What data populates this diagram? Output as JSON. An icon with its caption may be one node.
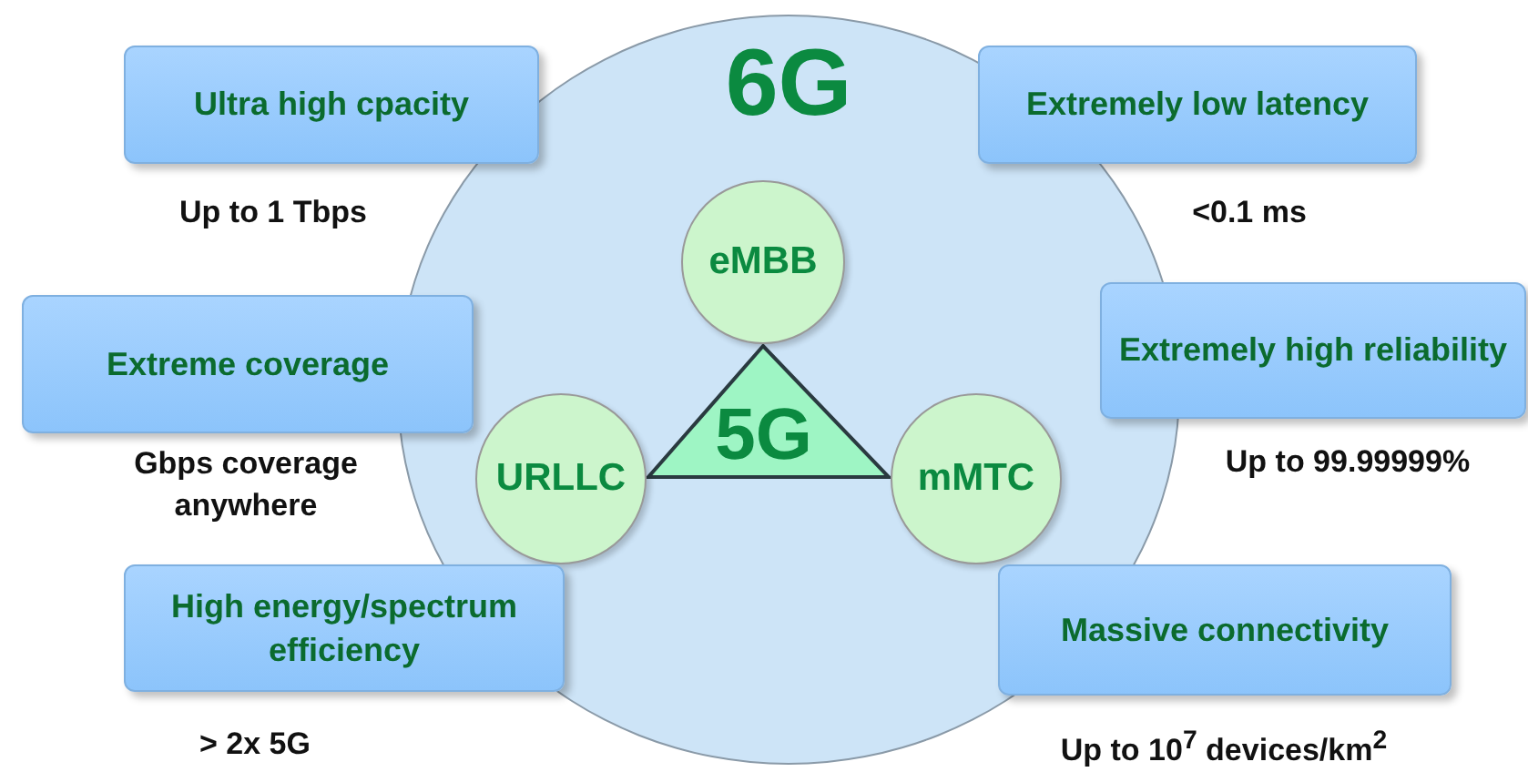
{
  "diagram": {
    "nodes": [
      {
        "text": [
          "Ultra high cpacity"
        ],
        "beside": [
          "Up to 1 Tbps"
        ]
      },
      {
        "text": [
          "6G"
        ]
      },
      {
        "text": [
          "Extremely low latency"
        ],
        "beside": [
          "<0.1 ms"
        ]
      },
      {
        "text": [
          "eMBB"
        ],
        "in": 1
      },
      {
        "text": [
          "Extreme coverage"
        ],
        "beside": [
          "Gbps coverage anywhere"
        ]
      },
      {
        "text": [
          "Extremely high reliability"
        ],
        "beside": [
          "Up to 99.99999%"
        ]
      },
      {
        "text": [
          "5G"
        ],
        "in": 1
      },
      {
        "text": [
          "URLLC"
        ],
        "in": 1
      },
      {
        "text": [
          "mMTC"
        ],
        "in": 1
      },
      {
        "text": [
          "High energy/spectrum efficiency"
        ],
        "beside": [
          "> 2x 5G"
        ]
      },
      {
        "text": [
          "Massive connectivity"
        ],
        "beside": [
          "Up to 10$^{7}$ devices/km$^{2}$"
        ]
      }
    ]
  }
}
